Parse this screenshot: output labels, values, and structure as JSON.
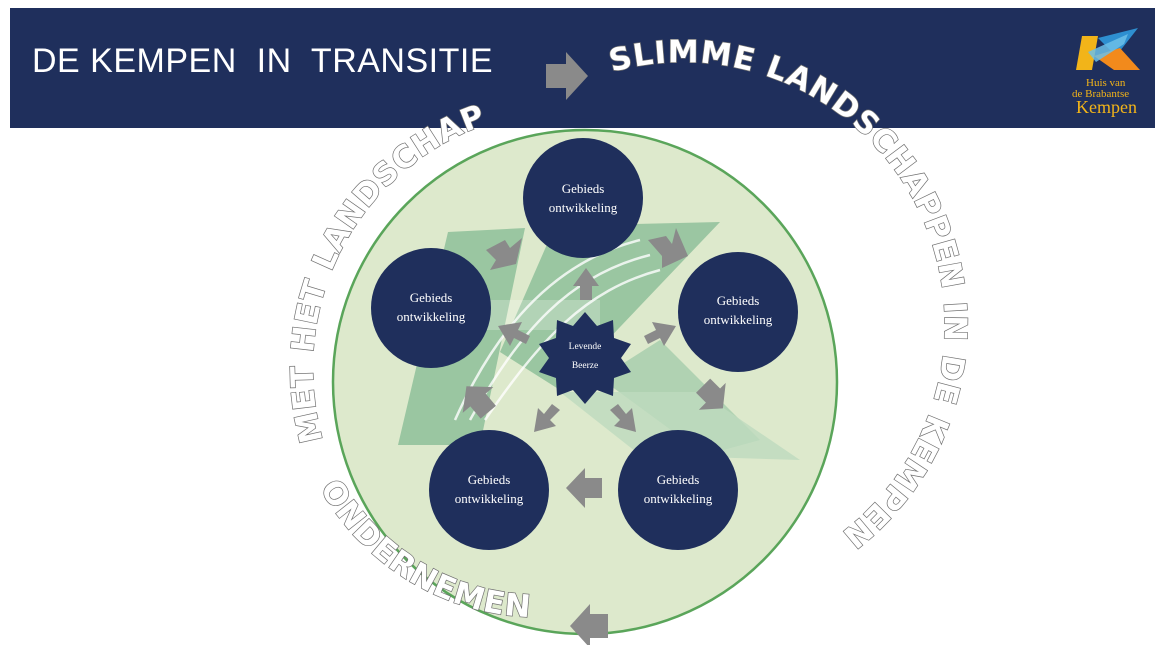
{
  "header": {
    "title": "DE KEMPEN  IN  TRANSITIE",
    "background_color": "#1f2f5c"
  },
  "logo": {
    "line1": "Huis van",
    "line2": "de Brabantse",
    "line3": "Kempen"
  },
  "diagram": {
    "ring_text_left": "MET  HET  LANDSCHAP",
    "ring_text_right": "SLIMME  LANDSCHAPPEN  IN  DE  KEMPEN",
    "ring_text_bottom_left": "ONDERNEMEN",
    "center": {
      "line1": "Levende",
      "line2": "Beerze"
    },
    "nodes": [
      {
        "line1": "Gebieds",
        "line2": "ontwikkeling"
      },
      {
        "line1": "Gebieds",
        "line2": "ontwikkeling"
      },
      {
        "line1": "Gebieds",
        "line2": "ontwikkeling"
      },
      {
        "line1": "Gebieds",
        "line2": "ontwikkeling"
      },
      {
        "line1": "Gebieds",
        "line2": "ontwikkeling"
      }
    ],
    "colors": {
      "circle_fill": "#dde9cc",
      "circle_stroke": "#5aa55a",
      "node_fill": "#1f2f5c",
      "arrow_fill": "#8a8a8a",
      "k_shape": "#8fc09a"
    }
  }
}
